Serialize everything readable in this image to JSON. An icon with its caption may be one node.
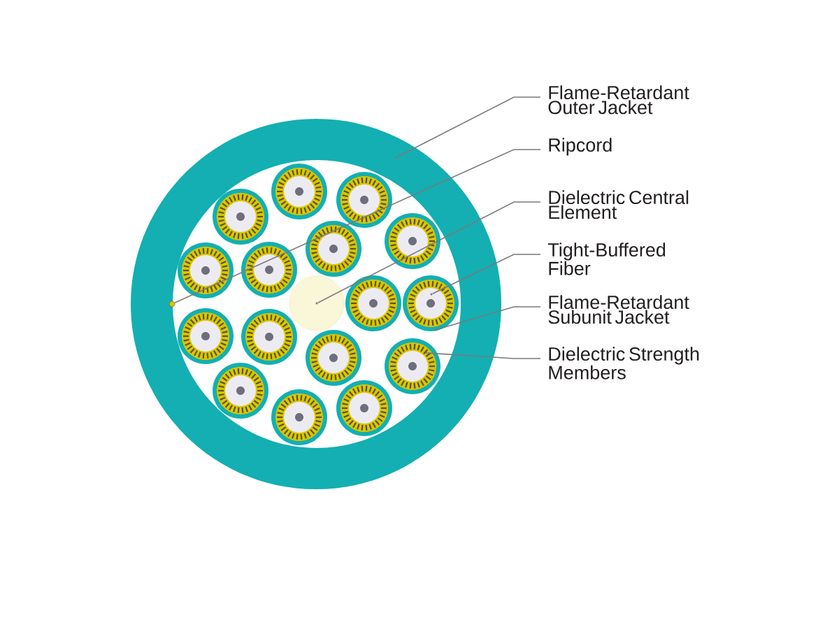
{
  "diagram": {
    "nodes": [
      {
        "text": [
          "Flame-Retardant Outer Jacket"
        ]
      },
      {
        "text": [
          "Ripcord"
        ]
      },
      {
        "text": [
          "Dielectric Central Element"
        ]
      },
      {
        "text": [
          "Tight-Buffered Fiber"
        ]
      },
      {
        "text": [
          "Flame-Retardant Subunit Jacket"
        ]
      },
      {
        "text": [
          "Dielectric Strength Members"
        ]
      },
      {
        "text": [],
        "shape": "circle"
      },
      {
        "text": [],
        "shape": "circle"
      },
      {
        "text": [],
        "shape": "circle"
      },
      {
        "text": [],
        "shape": "circle"
      },
      {
        "text": [],
        "shape": "circle"
      },
      {
        "text": [],
        "shape": "circle"
      }
    ],
    "edges": [
      {
        "from": 0,
        "to": 6,
        "arrow": "none"
      },
      {
        "from": 1,
        "to": 7,
        "arrow": "none"
      },
      {
        "from": 2,
        "to": 8,
        "arrow": "none"
      },
      {
        "from": 3,
        "to": 9,
        "arrow": "none"
      },
      {
        "from": 4,
        "to": 10,
        "arrow": "none"
      },
      {
        "from": 5,
        "to": 11,
        "arrow": "none"
      }
    ]
  }
}
